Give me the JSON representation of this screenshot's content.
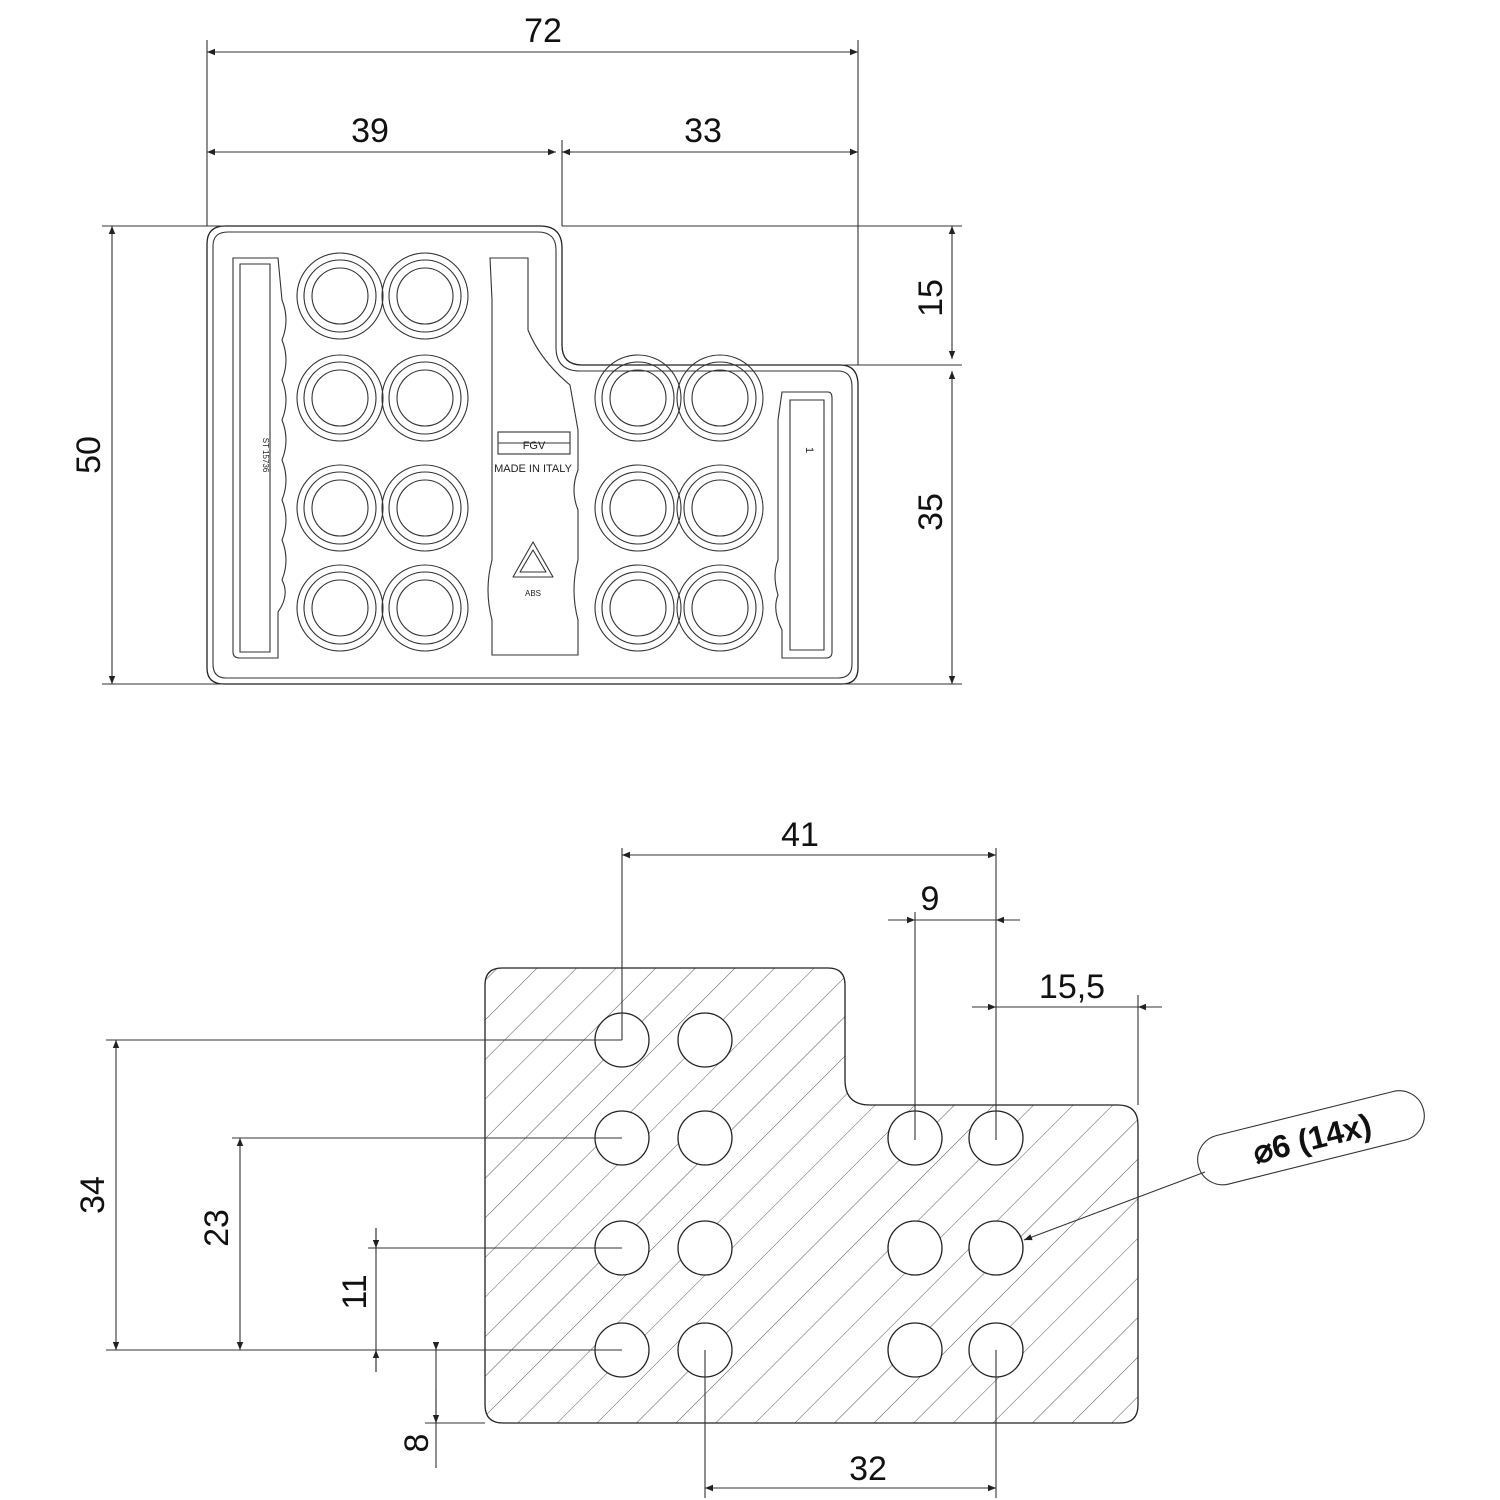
{
  "top_view": {
    "dimensions": {
      "overall_width": "72",
      "left_width": "39",
      "right_width": "33",
      "height": "50",
      "step_height": "15",
      "right_height": "35"
    },
    "marking": {
      "logo": "FGV",
      "made_in": "MADE IN ITALY",
      "material": "ABS",
      "part_code": "ST 15736",
      "side_mark": "1"
    }
  },
  "hole_pattern_view": {
    "dimensions": {
      "span_41": "41",
      "pitch_9": "9",
      "offset_15_5": "15,5",
      "vertical_34": "34",
      "vertical_23": "23",
      "vertical_11": "11",
      "bottom_8": "8",
      "bottom_32": "32"
    },
    "hole_callout": "⌀6 (14x)"
  }
}
